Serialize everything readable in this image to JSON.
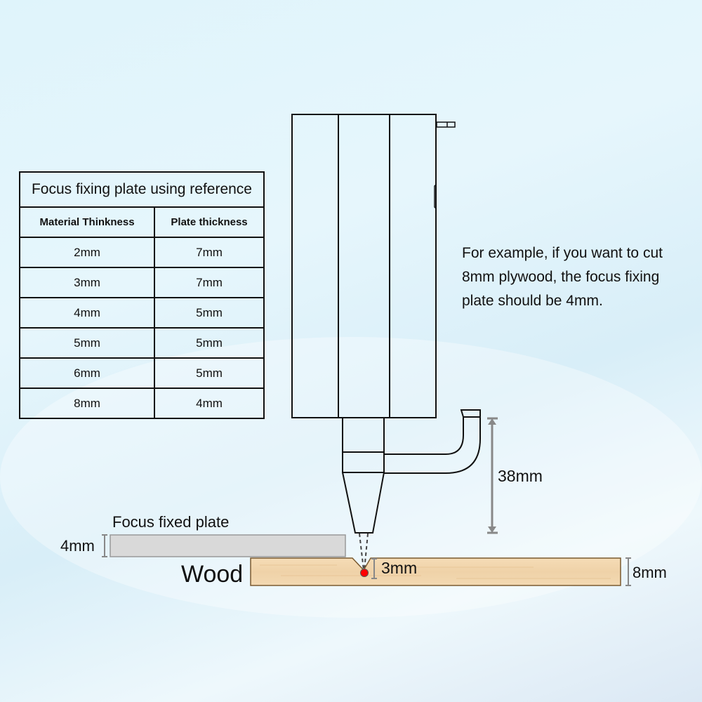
{
  "table": {
    "title": "Focus fixing plate using reference",
    "headers": [
      "Material Thinkness",
      "Plate thickness"
    ],
    "rows": [
      [
        "2mm",
        "7mm"
      ],
      [
        "3mm",
        "7mm"
      ],
      [
        "4mm",
        "5mm"
      ],
      [
        "5mm",
        "5mm"
      ],
      [
        "6mm",
        "5mm"
      ],
      [
        "8mm",
        "4mm"
      ]
    ]
  },
  "note": "For example, if you want to cut 8mm plywood, the focus fixing plate should be 4mm.",
  "diagram": {
    "distance_label": "38mm",
    "plate_label": "Focus fixed plate",
    "plate_thickness_label": "4mm",
    "wood_label": "Wood",
    "cut_depth_label": "3mm",
    "wood_thickness_label": "8mm"
  },
  "colors": {
    "wood": "#f2d6ae",
    "plate": "#d9d9d9",
    "focus_point": "#ff0000",
    "dimension": "#888888"
  }
}
